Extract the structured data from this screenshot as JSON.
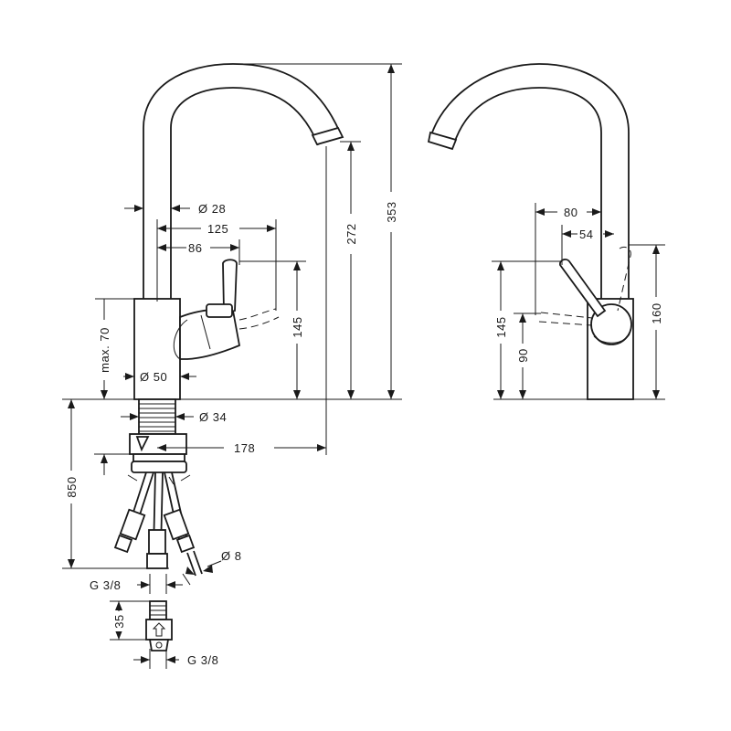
{
  "front_view": {
    "dims": {
      "d28": "Ø 28",
      "d125": "125",
      "d86": "86",
      "d145": "145",
      "d272": "272",
      "d353": "353",
      "max70": "max. 70",
      "d50": "Ø 50",
      "d34": "Ø 34",
      "d178": "178",
      "d850": "850",
      "d8": "Ø 8",
      "g38_top": "G 3/8",
      "d35": "35",
      "g38_bottom": "G 3/8"
    }
  },
  "side_view": {
    "dims": {
      "d80": "80",
      "d54": "54",
      "d145": "145",
      "d90": "90",
      "d160": "160"
    }
  }
}
